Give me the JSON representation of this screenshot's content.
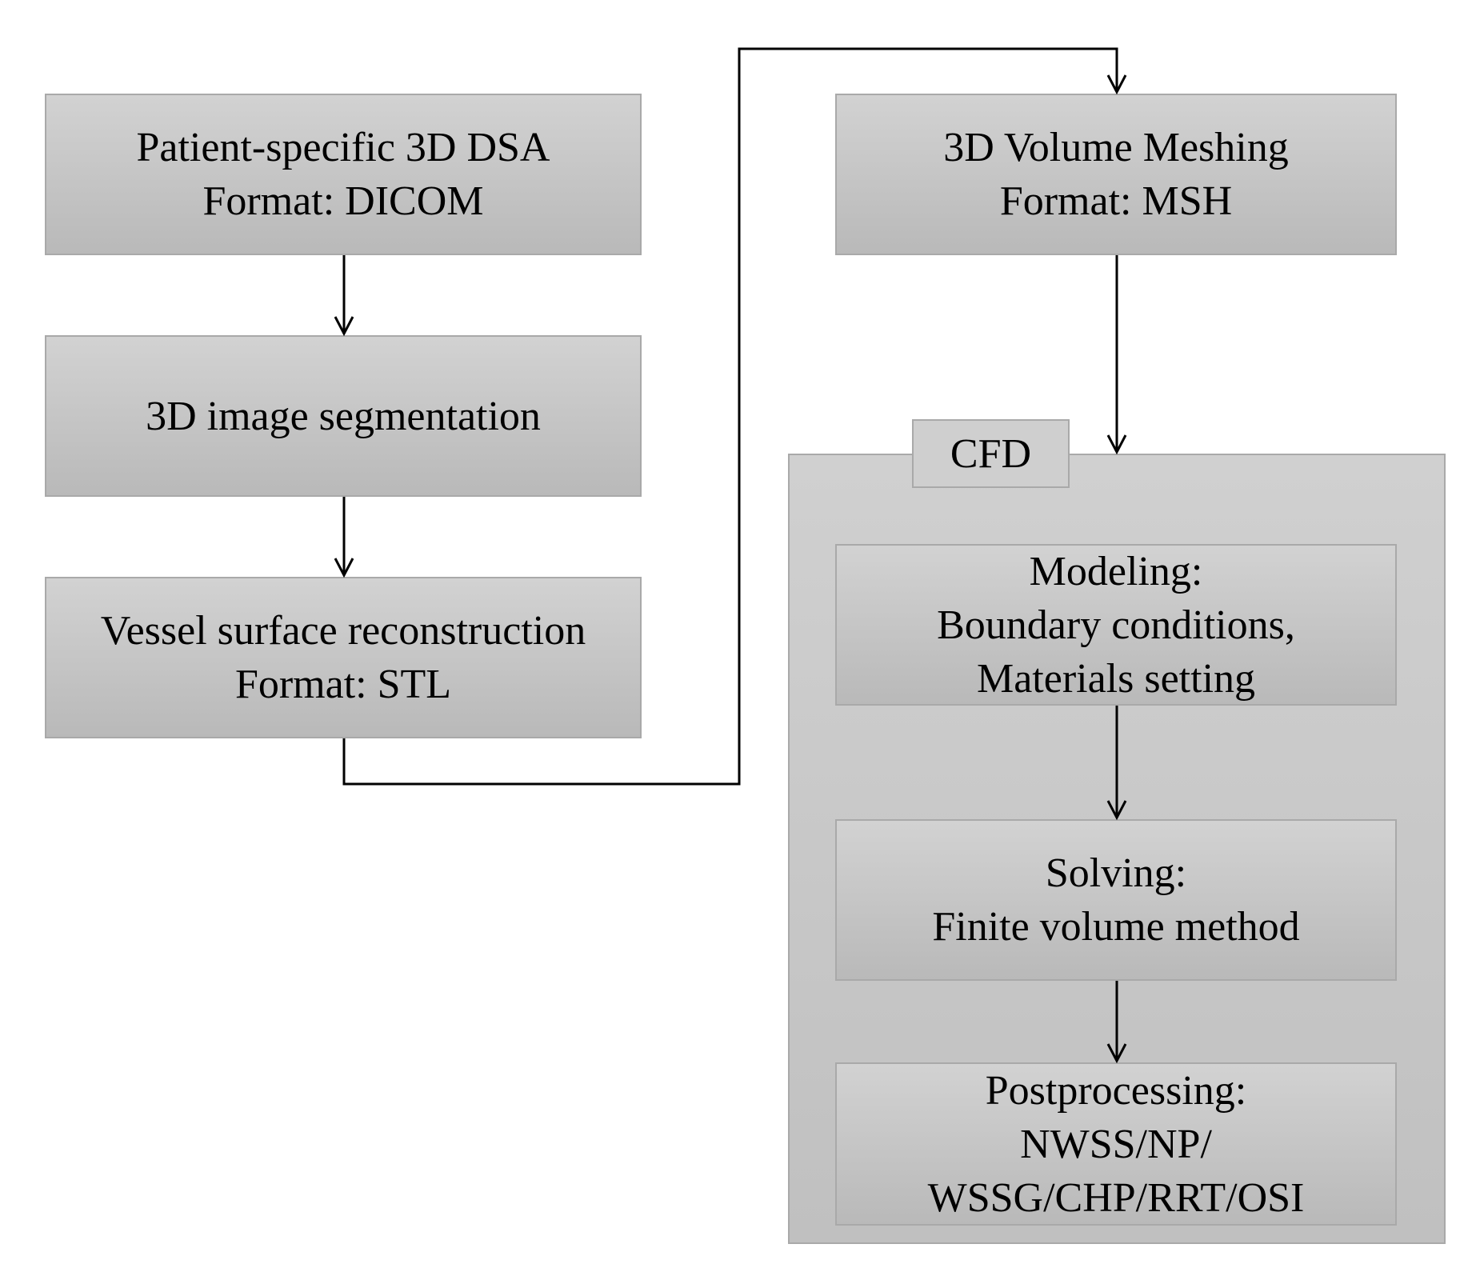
{
  "steps": {
    "dsa": {
      "line1": "Patient-specific 3D DSA",
      "line2": "Format: DICOM"
    },
    "segmentation": {
      "line1": "3D image segmentation"
    },
    "surface": {
      "line1": "Vessel surface reconstruction",
      "line2": "Format: STL"
    },
    "meshing": {
      "line1": "3D Volume Meshing",
      "line2": "Format: MSH"
    }
  },
  "cfd": {
    "label": "CFD",
    "modeling": {
      "line1": "Modeling:",
      "line2": "Boundary conditions,",
      "line3": "Materials setting"
    },
    "solving": {
      "line1": "Solving:",
      "line2": "Finite volume method"
    },
    "postprocessing": {
      "line1": "Postprocessing:",
      "line2": "NWSS/NP/",
      "line3": "WSSG/CHP/RRT/OSI"
    }
  }
}
